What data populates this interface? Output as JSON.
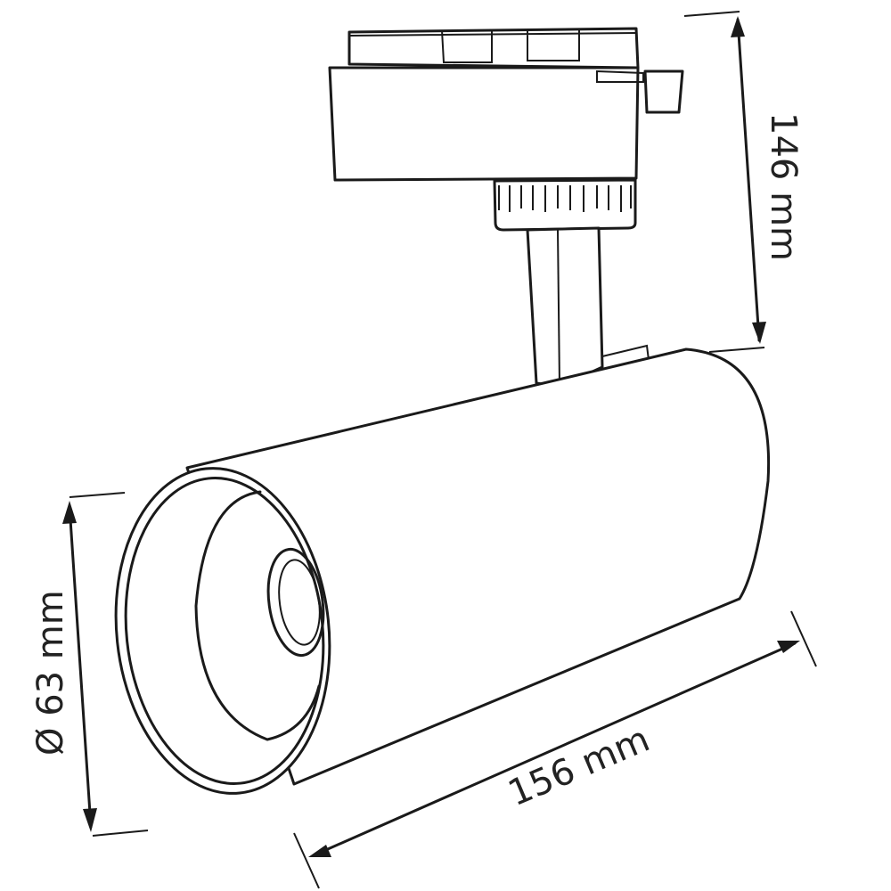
{
  "title": "Track spotlight dimension drawing",
  "dimensions": {
    "height": "146 mm",
    "diameter": "Ø 63 mm",
    "length": "156 mm"
  },
  "colors": {
    "line": "#1a1a1a",
    "background": "#ffffff"
  }
}
